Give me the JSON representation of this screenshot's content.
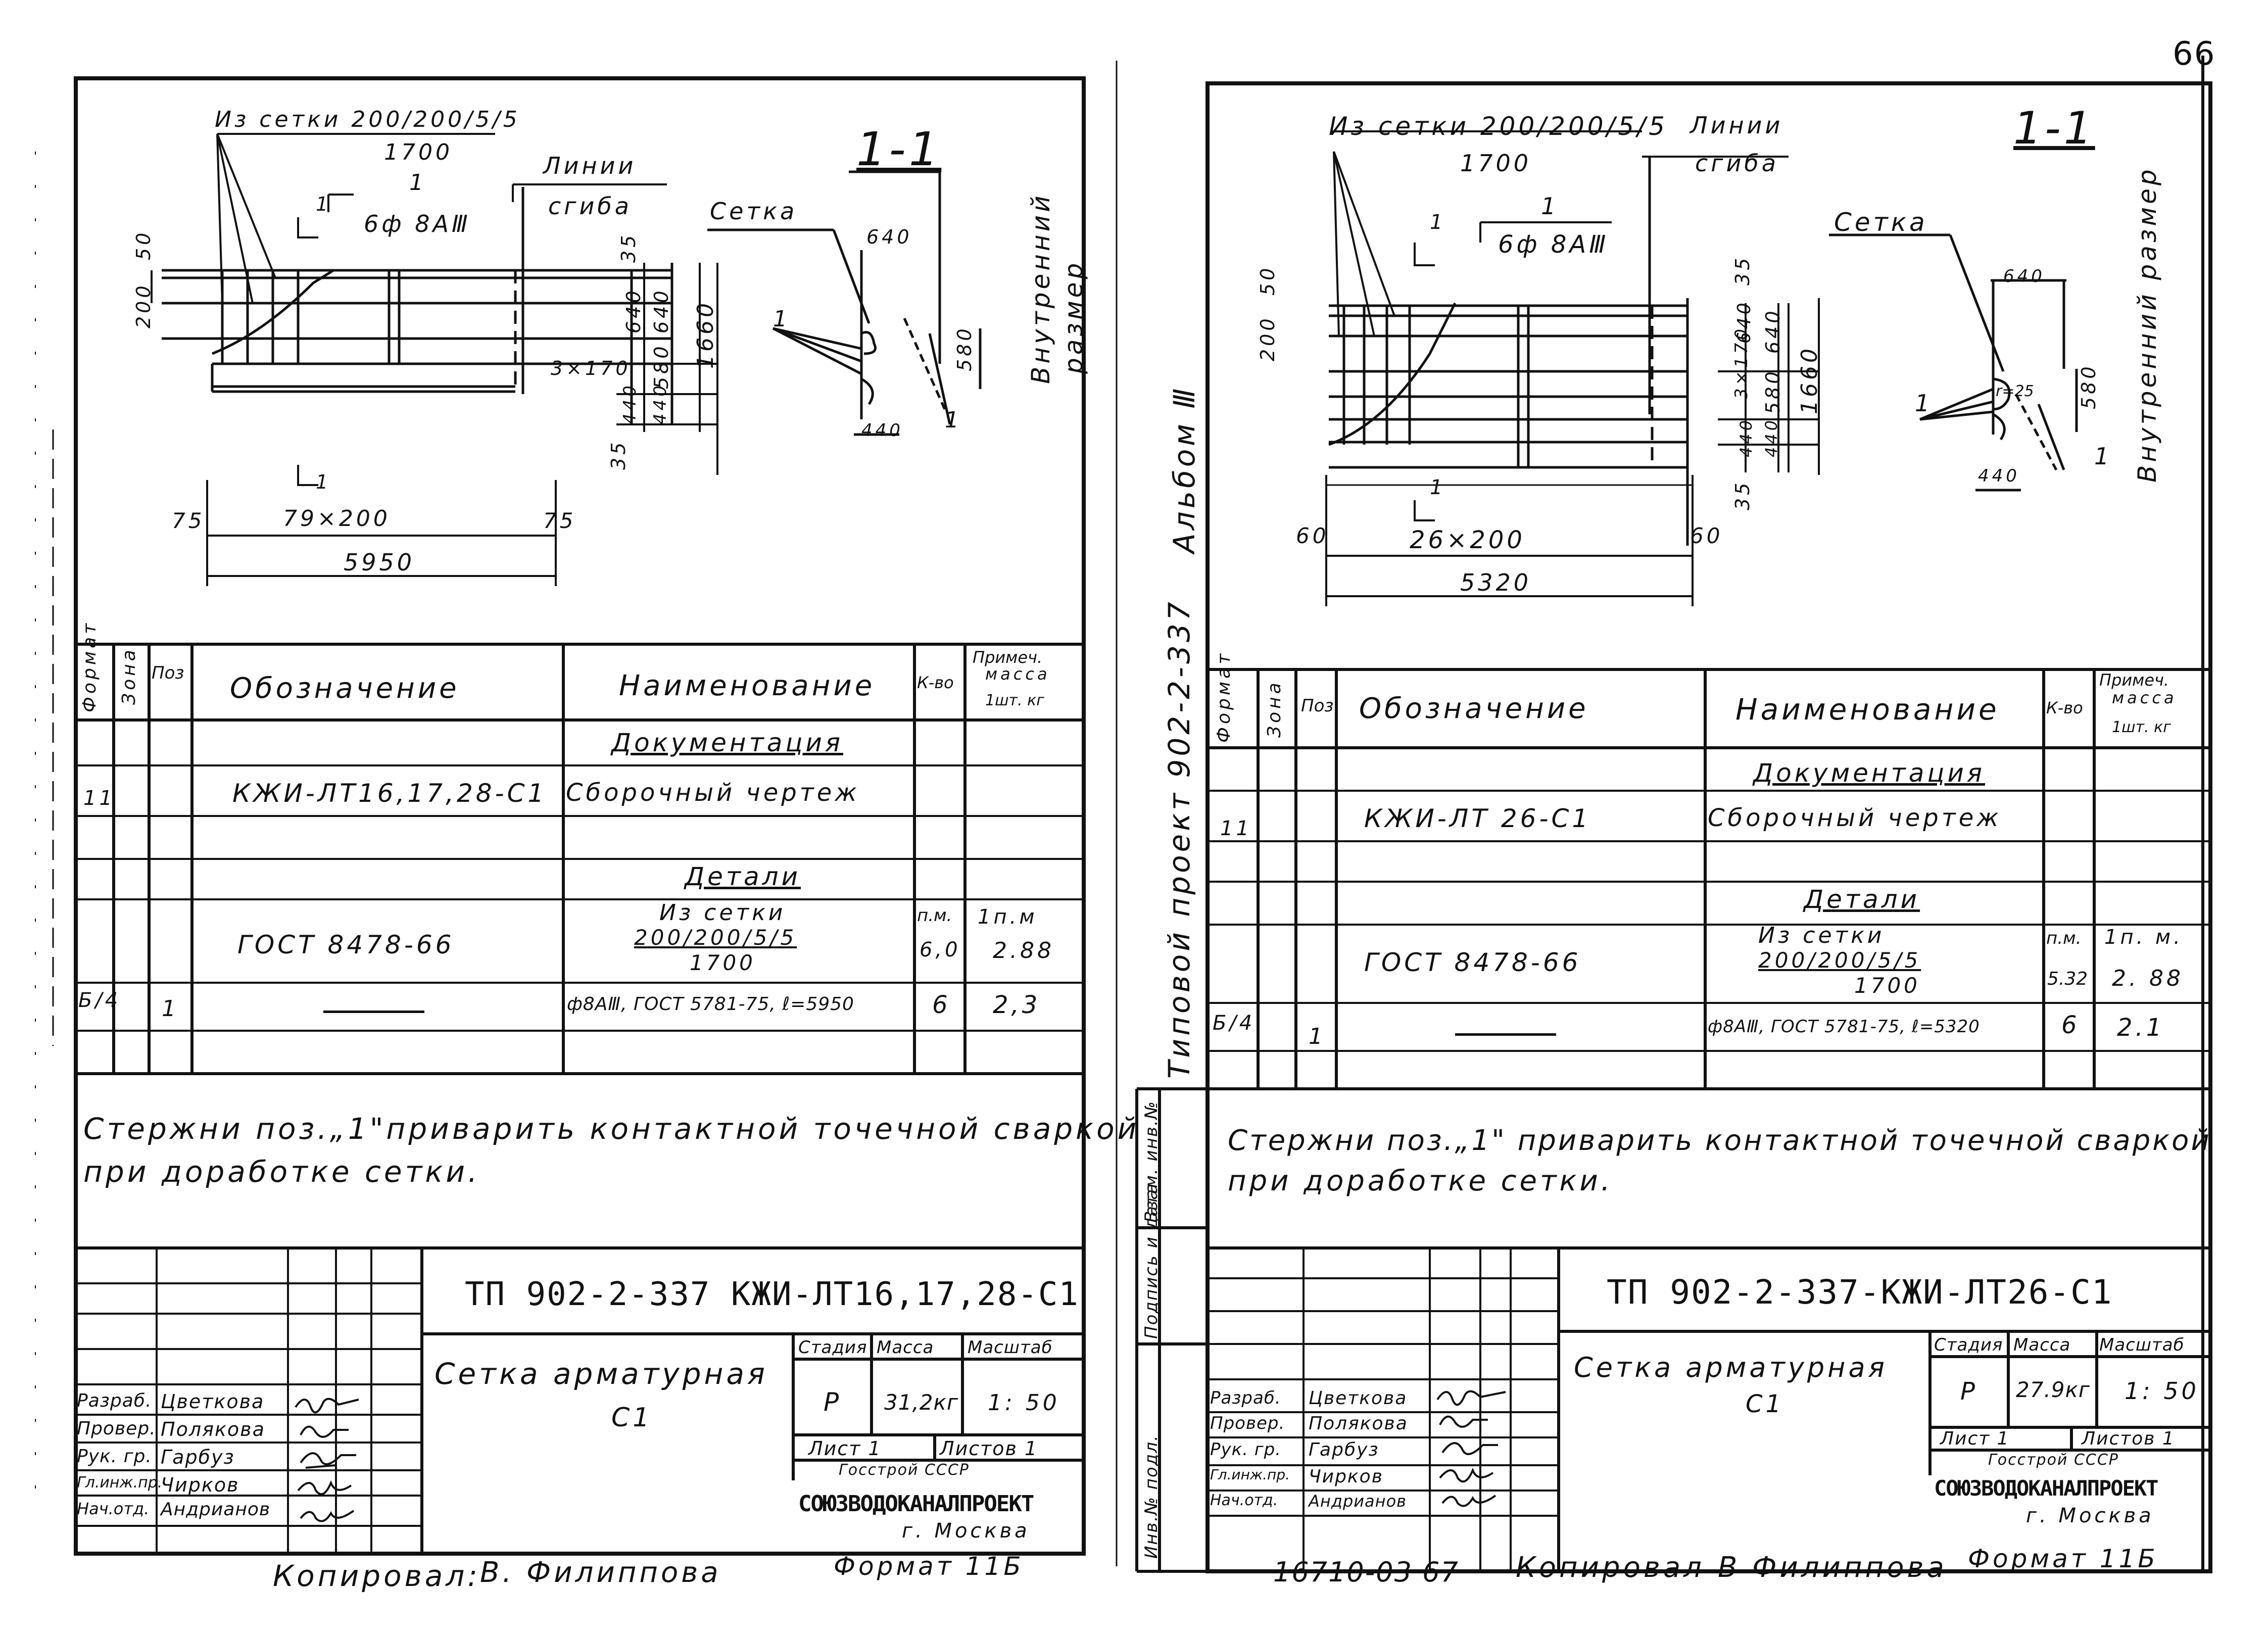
{
  "page_number": "66",
  "left_sheet": {
    "drawing": {
      "mesh_label": "Из сетки 200/200/5/5",
      "mesh_length": "1700",
      "bend_lines": "Линии",
      "bend_lines2": "сгиба",
      "pos_marker": "1",
      "bars_label": "6ф 8АⅢ",
      "section_title": "1-1",
      "setka_label": "Сетка",
      "inner_size": "Внутренний",
      "inner_size2": "размер",
      "dim_50": "50",
      "dim_200": "200",
      "dim_35_top": "35",
      "dim_640": "640",
      "dim_640b": "640",
      "dim_1660": "1660",
      "dim_3x170": "3×170",
      "dim_580": "580",
      "dim_440": "440",
      "dim_440b": "440",
      "dim_35_bot": "35",
      "dim_75_left": "75",
      "dim_79x200": "79×200",
      "dim_75_right": "75",
      "dim_5950": "5950",
      "sec_640": "640",
      "sec_580": "580",
      "sec_440": "440",
      "sec_1": "1",
      "sec_1b": "1",
      "cut_mark": "1",
      "cut_mark2": "1"
    },
    "spec_header": {
      "format": "Формат",
      "zone": "Зона",
      "pos": "Поз",
      "designation": "Обозначение",
      "name": "Наименование",
      "qty": "К-во",
      "note": "Примеч.",
      "note2": "масса",
      "note3": "1шт. кг"
    },
    "spec_rows": {
      "doc_section": "Документация",
      "r1_format": "11",
      "r1_designation": "КЖИ-ЛТ16,17,28-С1",
      "r1_name": "Сборочный чертеж",
      "det_section": "Детали",
      "r2_designation": "ГОСТ 8478-66",
      "r2_name1": "Из сетки",
      "r2_name2": "200/200/5/5",
      "r2_name3": "1700",
      "r2_qty1": "п.м.",
      "r2_qty2": "6,0",
      "r2_note1": "1п.м",
      "r2_note2": "2.88",
      "r3_format": "Б/4",
      "r3_pos": "1",
      "r3_name": "ф8АⅢ, ГОСТ 5781-75, ℓ=5950",
      "r3_qty": "6",
      "r3_note": "2,3"
    },
    "note_line1": "Стержни поз.„1\"приварить контактной точечной сваркой",
    "note_line2": "при доработке сетки.",
    "title_block": {
      "code": "ТП 902-2-337 КЖИ-ЛТ16,17,28-С1",
      "name1": "Сетка арматурная",
      "name2": "С1",
      "stage_h": "Стадия",
      "mass_h": "Масса",
      "scale_h": "Масштаб",
      "stage": "Р",
      "mass": "31,2кг",
      "scale": "1: 50",
      "sheet": "Лист 1",
      "sheets": "Листов 1",
      "org1": "Госстрой СССР",
      "org2": "СОЮЗВОДОКАНАЛПРОЕКТ",
      "org3": "г. Москва",
      "roles": [
        "Разраб.",
        "Провер.",
        "Рук. гр.",
        "Гл.инж.пр.",
        "Нач.отд."
      ],
      "names": [
        "Цветкова",
        "Полякова",
        "Гарбуз",
        "Чирков",
        "Андрианов"
      ]
    },
    "copied": "Копировал:",
    "copier": "В. Филиппова",
    "format": "Формат 11Б"
  },
  "right_sheet": {
    "drawing": {
      "mesh_label": "Из сетки 200/200/5/5",
      "mesh_length": "1700",
      "bend_lines": "Линии",
      "bend_lines2": "сгиба",
      "pos_marker": "1",
      "bars_label": "6ф 8АⅢ",
      "section_title": "1-1",
      "setka_label": "Сетка",
      "inner_size": "Внутренний размер",
      "dim_50": "50",
      "dim_200": "200",
      "dim_35_top": "35",
      "dim_640": "640",
      "dim_640b": "640",
      "dim_1660": "1660",
      "dim_3x170": "3×170",
      "dim_580": "580",
      "dim_440": "440",
      "dim_440b": "440",
      "dim_35_bot": "35",
      "dim_60_left": "60",
      "dim_26x200": "26×200",
      "dim_60_right": "60",
      "dim_5320": "5320",
      "sec_640": "640",
      "sec_580": "580",
      "sec_440": "440",
      "sec_r": "r=25",
      "sec_1": "1",
      "sec_1b": "1",
      "cut_mark": "1",
      "cut_mark2": "1"
    },
    "spec_header": {
      "format": "Формат",
      "zone": "Зона",
      "pos": "Поз",
      "designation": "Обозначение",
      "name": "Наименование",
      "qty": "К-во",
      "note": "Примеч.",
      "note2": "масса",
      "note3": "1шт. кг"
    },
    "spec_rows": {
      "doc_section": "Документация",
      "r1_format": "11",
      "r1_designation": "КЖИ-ЛТ 26-С1",
      "r1_name": "Сборочный чертеж",
      "det_section": "Детали",
      "r2_designation": "ГОСТ 8478-66",
      "r2_name1": "Из сетки",
      "r2_name2": "200/200/5/5",
      "r2_name3": "1700",
      "r2_qty1": "п.м.",
      "r2_qty2": "5.32",
      "r2_note1": "1п. м.",
      "r2_note2": "2. 88",
      "r3_format": "Б/4",
      "r3_pos": "1",
      "r3_name": "ф8АⅢ, ГОСТ 5781-75, ℓ=5320",
      "r3_qty": "6",
      "r3_note": "2.1"
    },
    "note_line1": "Стержни поз.„1\" приварить контактной точечной сваркой",
    "note_line2": "при доработке сетки.",
    "title_block": {
      "code": "ТП 902-2-337-КЖИ-ЛТ26-С1",
      "name1": "Сетка арматурная",
      "name2": "С1",
      "stage_h": "Стадия",
      "mass_h": "Масса",
      "scale_h": "Масштаб",
      "stage": "Р",
      "mass": "27.9кг",
      "scale": "1: 50",
      "sheet": "Лист 1",
      "sheets": "Листов 1",
      "org1": "Госстрой СССР",
      "org2": "СОЮЗВОДОКАНАЛПРОЕКТ",
      "org3": "г. Москва",
      "roles": [
        "Разраб.",
        "Провер.",
        "Рук. гр.",
        "Гл.инж.пр.",
        "Нач.отд."
      ],
      "names": [
        "Цветкова",
        "Полякова",
        "Гарбуз",
        "Чирков",
        "Андрианов"
      ]
    },
    "side_project": "Типовой проект 902-2-337",
    "side_album": "Альбом Ⅲ",
    "side_stamps": [
      "Инв.№ подл.",
      "Подпись и дата",
      "Взам. инв.№"
    ],
    "inventory": "16710-03 67",
    "copied": "Копировал",
    "copier": "В Филиппова",
    "format": "Формат 11Б"
  }
}
